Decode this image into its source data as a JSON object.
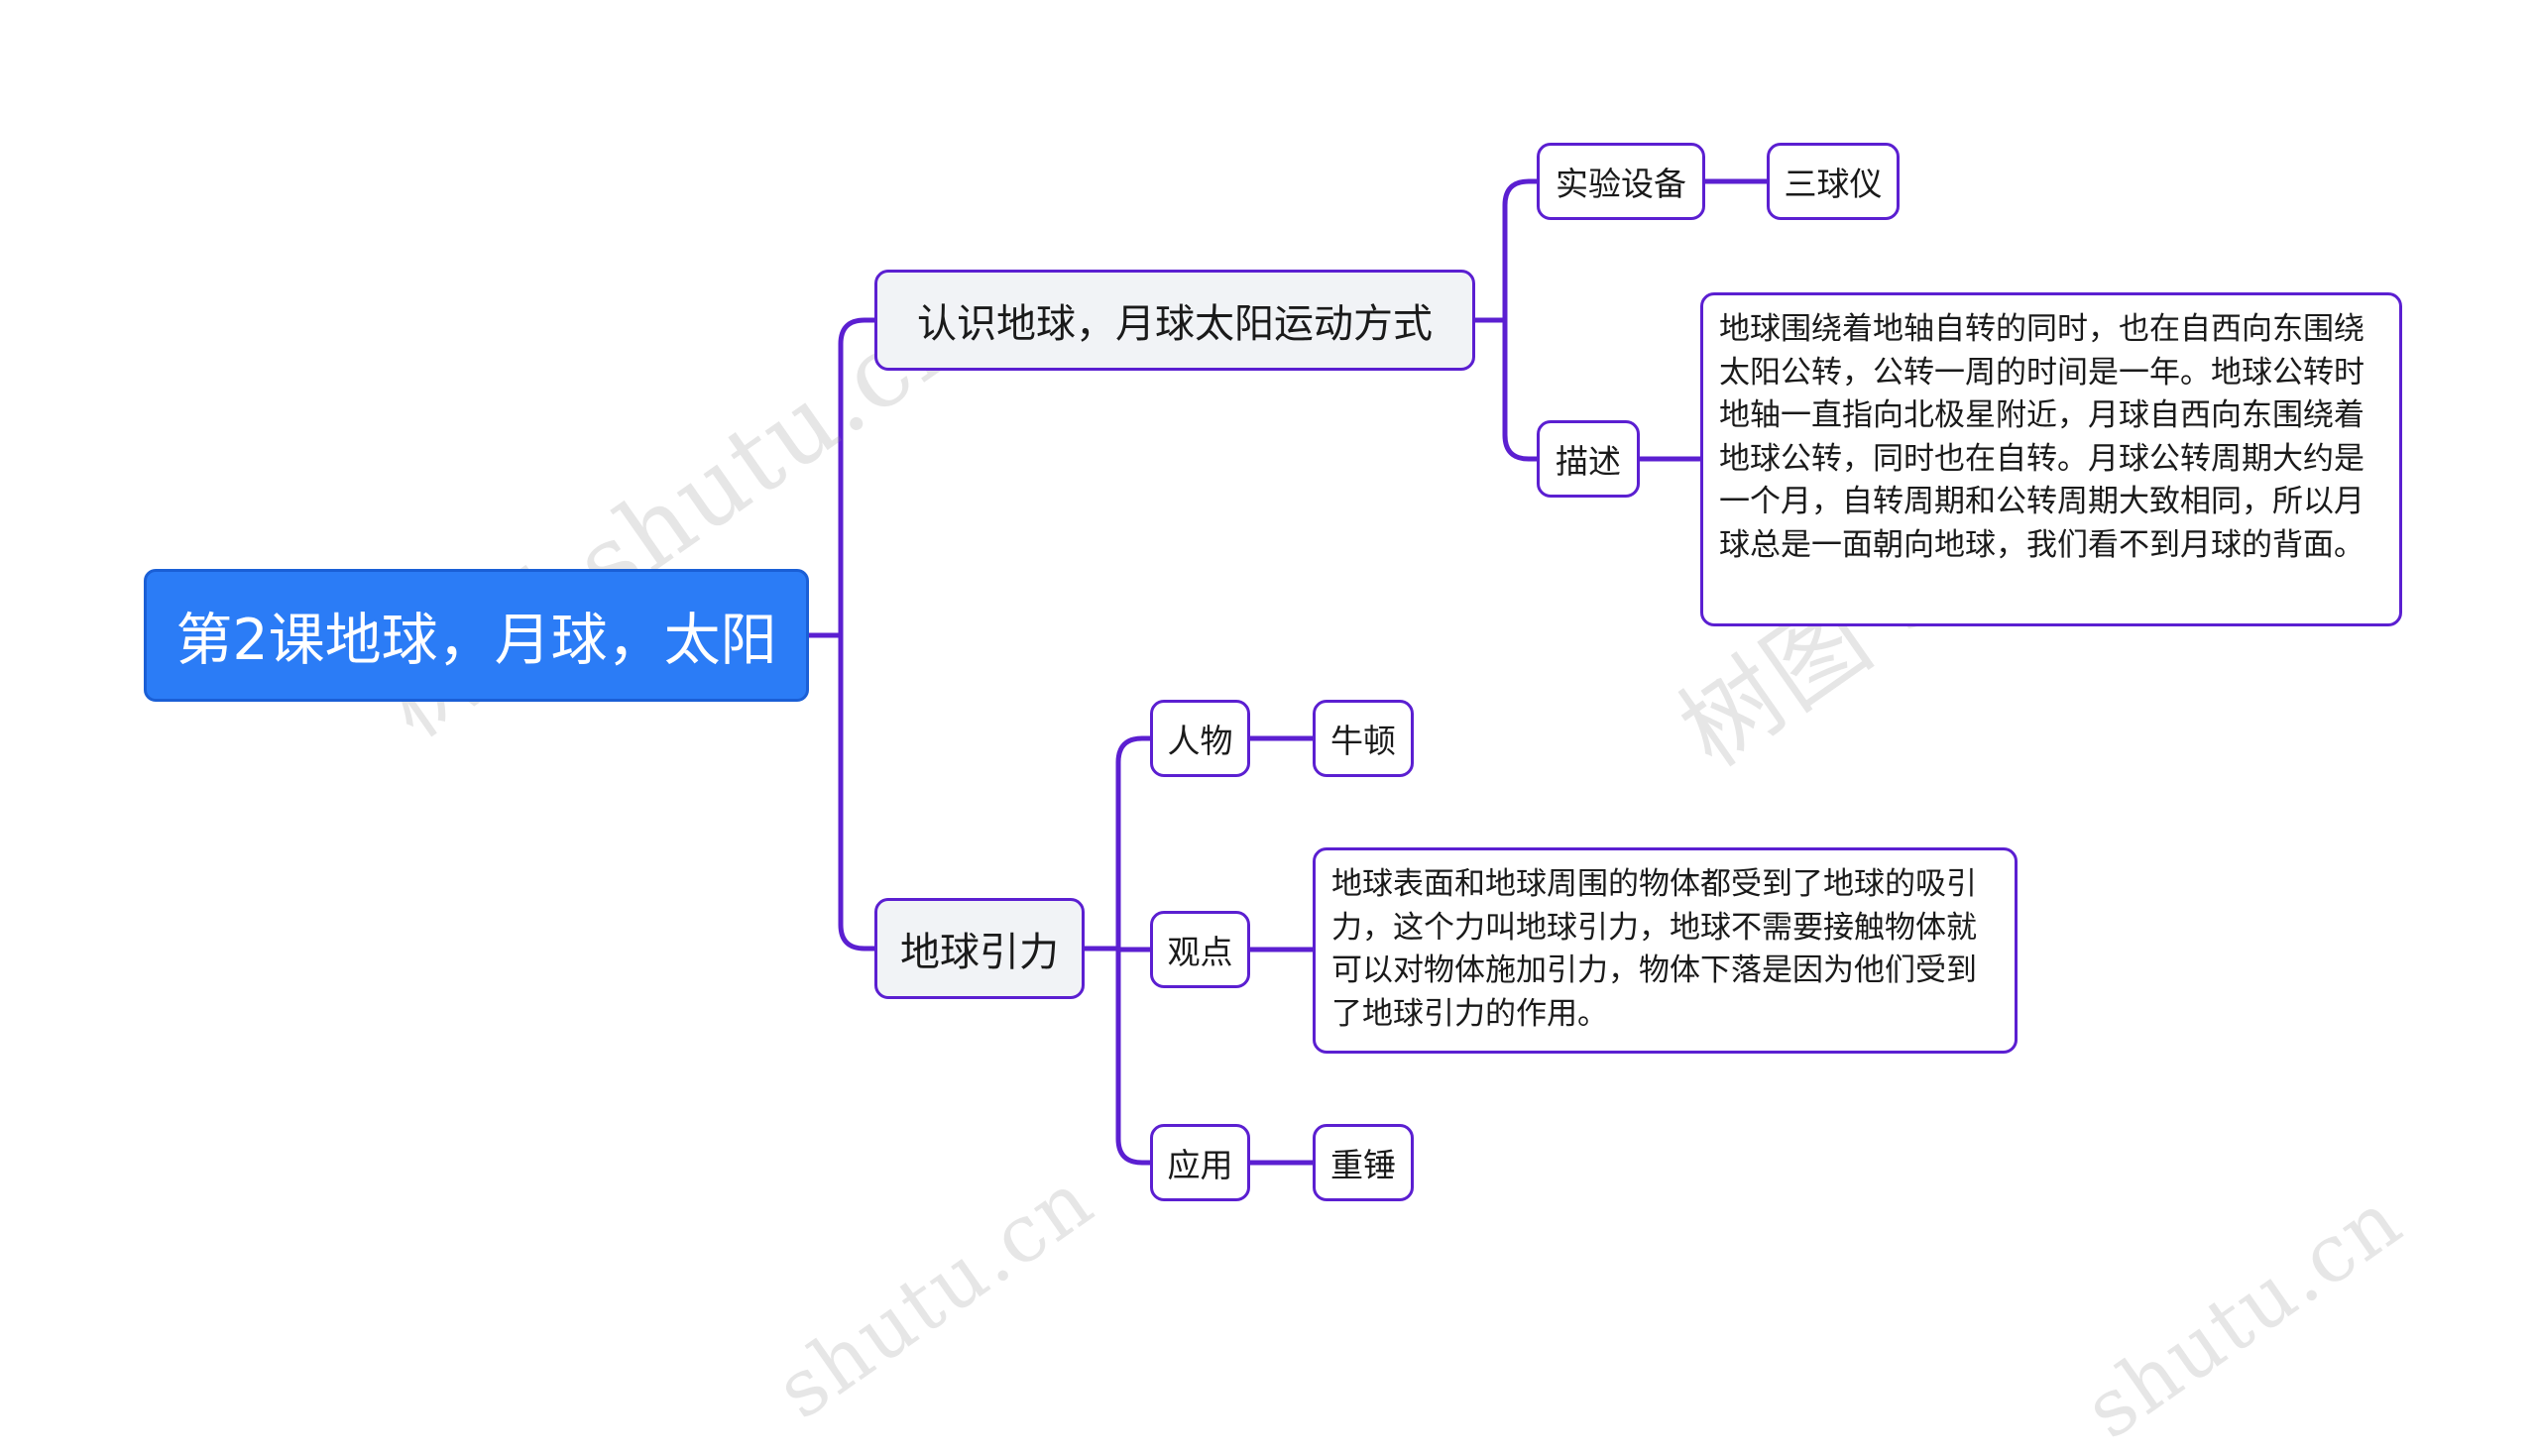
{
  "colors": {
    "root_fill": "#2b7cf6",
    "root_border": "#1a5fd6",
    "branch_line": "#5b1fd1",
    "main_fill": "#f1f3f6",
    "node_fill": "#ffffff"
  },
  "mindmap": {
    "root": {
      "label": "第2课地球，月球，太阳"
    },
    "branch1": {
      "label": "认识地球，月球太阳运动方式",
      "equipment": {
        "label": "实验设备",
        "value": "三球仪"
      },
      "description": {
        "label": "描述",
        "text": "地球围绕着地轴自转的同时，也在自西向东围绕太阳公转，公转一周的时间是一年。地球公转时地轴一直指向北极星附近，月球自西向东围绕着地球公转，同时也在自转。月球公转周期大约是一个月，自转周期和公转周期大致相同，所以月球总是一面朝向地球，我们看不到月球的背面。"
      }
    },
    "branch2": {
      "label": "地球引力",
      "person": {
        "label": "人物",
        "value": "牛顿"
      },
      "viewpoint": {
        "label": "观点",
        "text": "地球表面和地球周围的物体都受到了地球的吸引力，这个力叫地球引力，地球不需要接触物体就可以对物体施加引力，物体下落是因为他们受到了地球引力的作用。"
      },
      "application": {
        "label": "应用",
        "value": "重锤"
      }
    }
  },
  "watermarks": [
    "树图 shutu.cn",
    "树图 shutu.cn",
    "shutu.cn",
    "shutu.cn"
  ]
}
